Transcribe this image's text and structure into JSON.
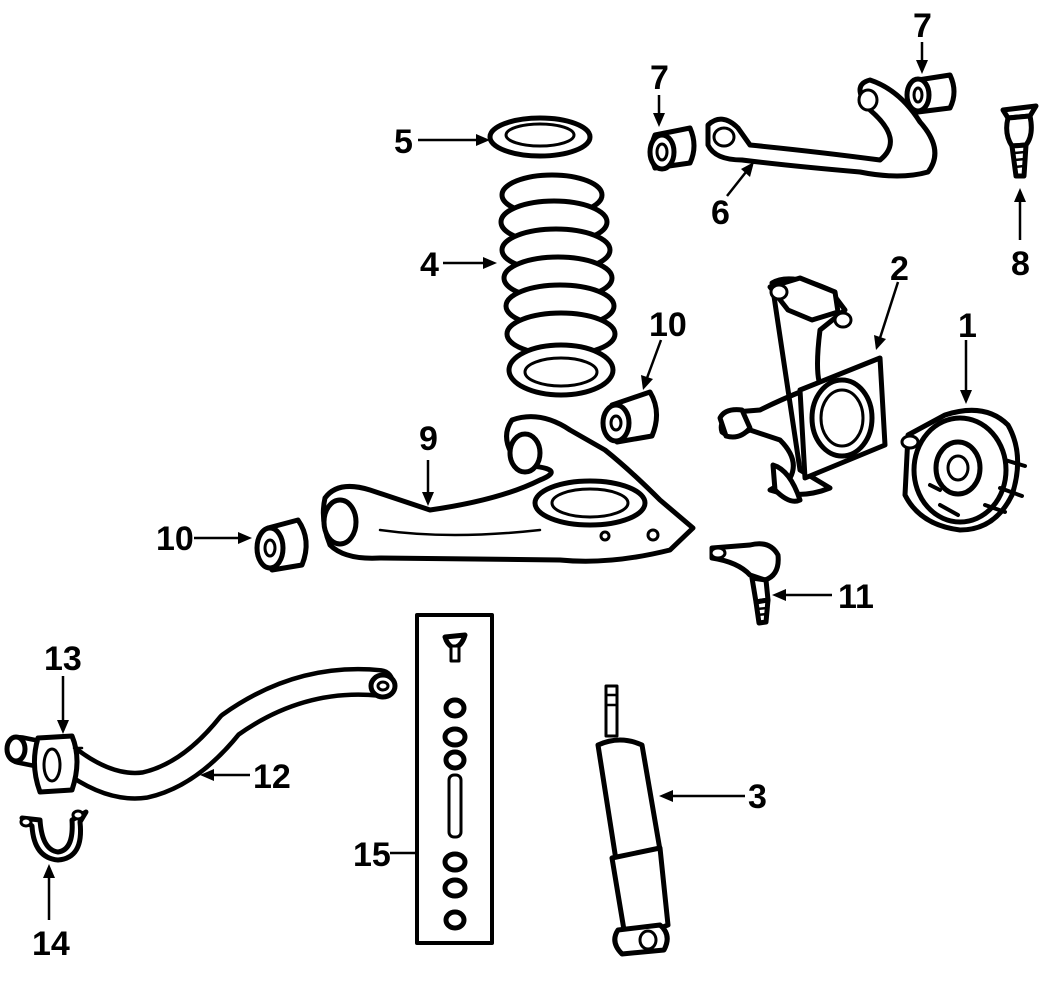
{
  "callouts": {
    "c1": "1",
    "c2": "2",
    "c3": "3",
    "c4": "4",
    "c5": "5",
    "c6": "6",
    "c7a": "7",
    "c7b": "7",
    "c8": "8",
    "c9": "9",
    "c10a": "10",
    "c10b": "10",
    "c11": "11",
    "c12": "12",
    "c13": "13",
    "c14": "14",
    "c15": "15"
  }
}
